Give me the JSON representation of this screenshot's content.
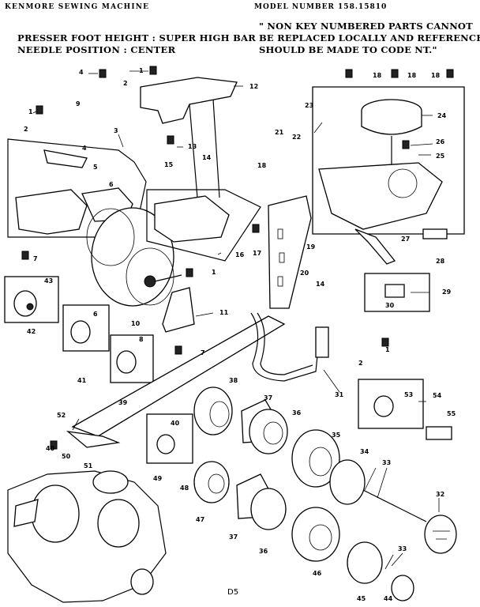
{
  "header": {
    "title": "KENMORE SEWING MACHINE",
    "model": "MODEL NUMBER 158.15810"
  },
  "specs": {
    "line1": "PRESSER FOOT HEIGHT : SUPER HIGH BAR",
    "line2": "NEEDLE POSITION : CENTER"
  },
  "note": {
    "line1": "\" NON KEY NUMBERED PARTS CANNOT",
    "line2": "BE REPLACED LOCALLY AND REFERENCE",
    "line3": "SHOULD BE MADE TO CODE NT.\""
  },
  "footer": {
    "page": "D5"
  },
  "callouts": [
    "1",
    "2",
    "3",
    "4",
    "5",
    "6",
    "7",
    "8",
    "9",
    "10",
    "11",
    "12",
    "13",
    "14",
    "15",
    "16",
    "17",
    "18",
    "19",
    "20",
    "21",
    "22",
    "23",
    "24",
    "25",
    "26",
    "27",
    "28",
    "29",
    "30",
    "31",
    "32",
    "33",
    "34",
    "35",
    "36",
    "37",
    "38",
    "39",
    "40",
    "41",
    "42",
    "43",
    "44",
    "45",
    "46",
    "47",
    "48",
    "49",
    "50",
    "51",
    "52",
    "53",
    "54",
    "55"
  ]
}
